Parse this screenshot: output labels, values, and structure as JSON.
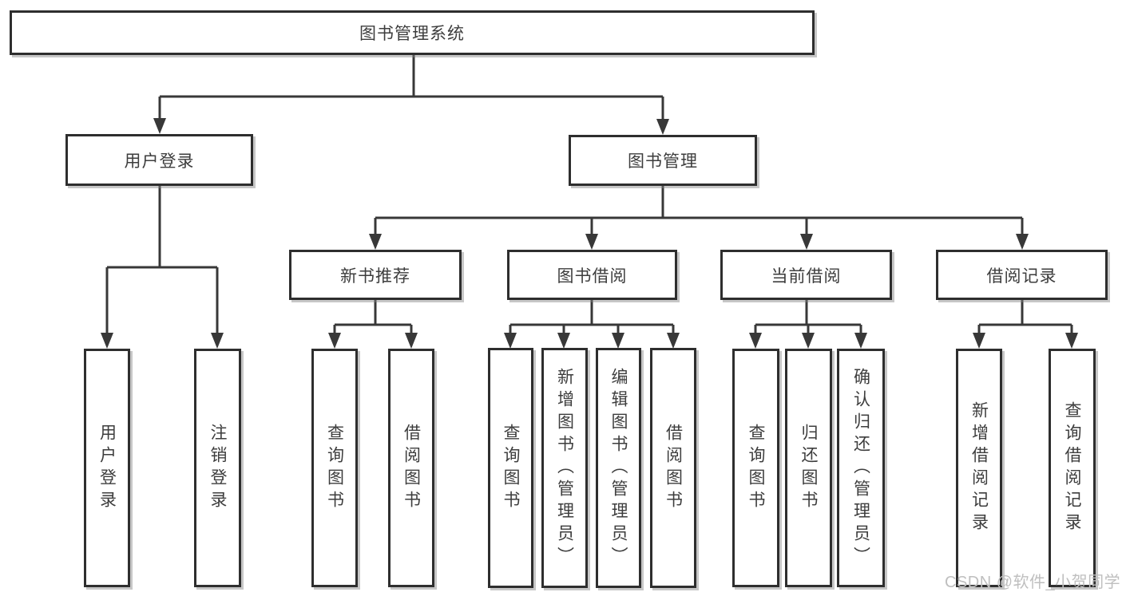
{
  "diagram": {
    "type": "hierarchy-tree",
    "nodes": {
      "root": "图书管理系统",
      "l2": [
        "用户登录",
        "图书管理"
      ],
      "l3": [
        "新书推荐",
        "图书借阅",
        "当前借阅",
        "借阅记录"
      ],
      "leaves_login": [
        "用户登录",
        "注销登录"
      ],
      "leaves_new_books": [
        "查询图书",
        "借阅图书"
      ],
      "leaves_borrow": [
        "查询图书",
        "新增图书（管理员）",
        "编辑图书（管理员）",
        "借阅图书"
      ],
      "leaves_current": [
        "查询图书",
        "归还图书",
        "确认归还（管理员）"
      ],
      "leaves_records": [
        "新增借阅记录",
        "查询借阅记录"
      ]
    },
    "edges": [
      [
        "图书管理系统",
        "用户登录"
      ],
      [
        "图书管理系统",
        "图书管理"
      ],
      [
        "用户登录",
        "用户登录(叶)"
      ],
      [
        "用户登录",
        "注销登录"
      ],
      [
        "图书管理",
        "新书推荐"
      ],
      [
        "图书管理",
        "图书借阅"
      ],
      [
        "图书管理",
        "当前借阅"
      ],
      [
        "图书管理",
        "借阅记录"
      ],
      [
        "新书推荐",
        "查询图书"
      ],
      [
        "新书推荐",
        "借阅图书"
      ],
      [
        "图书借阅",
        "查询图书"
      ],
      [
        "图书借阅",
        "新增图书（管理员）"
      ],
      [
        "图书借阅",
        "编辑图书（管理员）"
      ],
      [
        "图书借阅",
        "借阅图书"
      ],
      [
        "当前借阅",
        "查询图书"
      ],
      [
        "当前借阅",
        "归还图书"
      ],
      [
        "当前借阅",
        "确认归还（管理员）"
      ],
      [
        "借阅记录",
        "新增借阅记录"
      ],
      [
        "借阅记录",
        "查询借阅记录"
      ]
    ],
    "colors": {
      "background": "#ffffff",
      "line": "#383838",
      "box_border": "#2e2e2e",
      "box_fill": "#ffffff",
      "text": "#3d3d3d",
      "watermark": "#bfbfbf"
    }
  },
  "watermark": "CSDN @软件_小贺同学"
}
